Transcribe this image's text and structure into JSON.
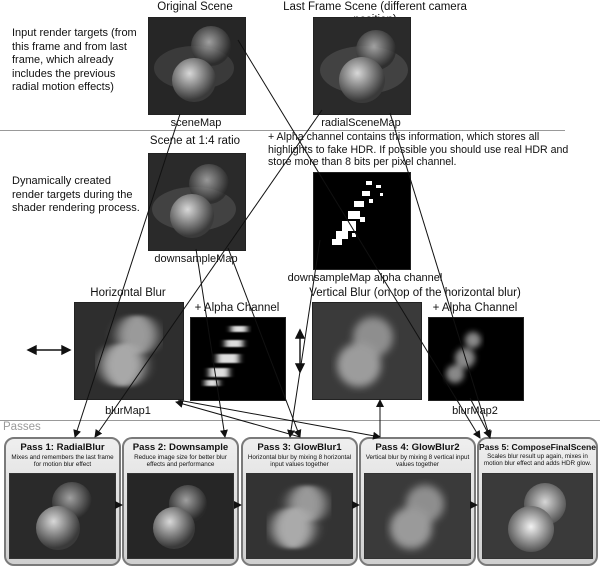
{
  "top_section": {
    "note": "Input render targets (from this frame and from last frame, which already includes the previous radial motion effects)",
    "original": {
      "title": "Original Scene",
      "label": "sceneMap"
    },
    "last_frame": {
      "title": "Last Frame Scene (different camera position)",
      "label": "radialSceneMap"
    }
  },
  "middle_section": {
    "note": "Dynamically created render targets during the shader rendering process.",
    "downsample": {
      "title": "Scene at 1:4 ratio",
      "label": "downsampleMap"
    },
    "alpha_note": "+ Alpha channel contains this information, which stores all highlights to fake HDR. If possible you should use real HDR and store more than 8 bits per pixel channel.",
    "alpha_label": "downsampleMap alpha channel"
  },
  "blur_section": {
    "horizontal_title": "Horizontal Blur",
    "horizontal_alpha": "+ Alpha Channel",
    "horizontal_label": "blurMap1",
    "vertical_title": "Vertical Blur (on top of the horizontal blur)",
    "vertical_alpha": "+ Alpha Channel",
    "vertical_label": "blurMap2"
  },
  "passes_label": "Passes",
  "passes": [
    {
      "title": "Pass 1: RadialBlur",
      "desc": "Mixes and remembers the last frame for motion blur effect"
    },
    {
      "title": "Pass 2: Downsample",
      "desc": "Reduce image size for better blur effects and performance"
    },
    {
      "title": "Pass 3: GlowBlur1",
      "desc": "Horizontal blur by mixing 8 horizontal input values together"
    },
    {
      "title": "Pass 4: GlowBlur2",
      "desc": "Vertical blur by mixing 8 vertical input values together"
    },
    {
      "title": "Pass 5: ComposeFinalScene",
      "desc": "Scales blur result up again, mixes in motion blur effect and adds HDR glow."
    }
  ],
  "colors": {
    "line": "#222222",
    "separator": "#999999",
    "pass_border": "#7a7a7a",
    "passes_text": "#9a9a9a"
  },
  "icons": [
    "horizontal-double-arrow-icon",
    "vertical-double-arrow-icon"
  ]
}
